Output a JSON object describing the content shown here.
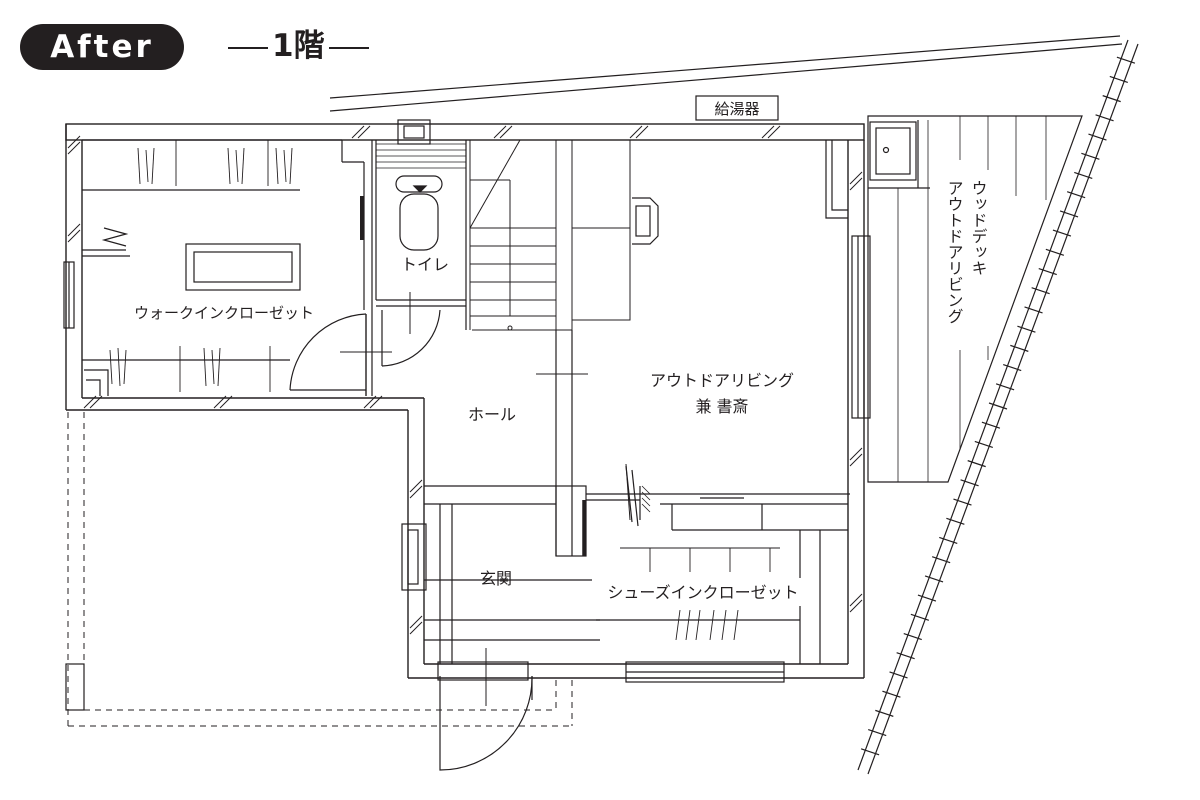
{
  "header": {
    "badge": "After",
    "floor": "1階"
  },
  "labels": {
    "water_heater": "給湯器",
    "walk_in_closet": "ウォークインクローゼット",
    "toilet": "トイレ",
    "hall": "ホール",
    "living_line1": "アウトドアリビング",
    "living_line2": "兼 書斎",
    "entrance": "玄関",
    "shoe_closet": "シューズインクローゼット",
    "deck_line1": "ウッドデッキ",
    "deck_line2": "アウトドアリビング"
  }
}
